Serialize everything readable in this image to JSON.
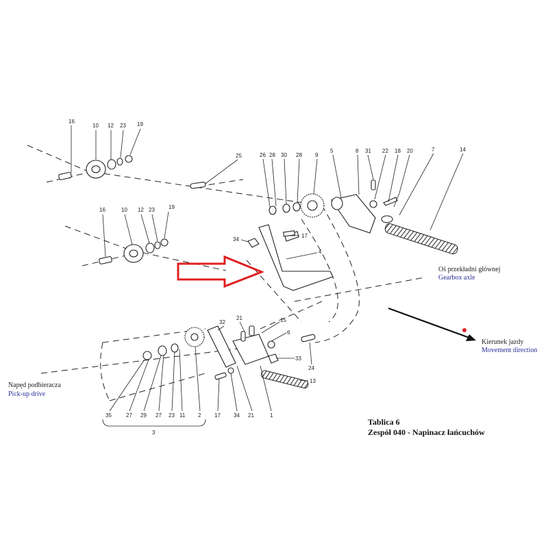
{
  "labels": {
    "gearbox_pl": "Oś przekładni głównej",
    "gearbox_en": "Gearbox axle",
    "movement_pl": "Kierunek jazdy",
    "movement_en": "Movement direction",
    "pickup_pl": "Napęd podbieracza",
    "pickup_en": "Pick-up drive",
    "table_no": "Tablica 6",
    "table_title": "Zespół 040 - Napinacz łańcuchów"
  },
  "callouts": {
    "top_left": [
      "16",
      "10",
      "12",
      "23",
      "19"
    ],
    "mid_left": [
      "16",
      "10",
      "12",
      "23",
      "19"
    ],
    "upper_middle": [
      "25",
      "26",
      "28",
      "30",
      "28",
      "9",
      "5",
      "8",
      "31",
      "22",
      "18",
      "20",
      "7",
      "14"
    ],
    "middle": [
      "34",
      "17",
      "4"
    ],
    "lower": [
      "32",
      "21",
      "15",
      "6",
      "33",
      "24",
      "13"
    ],
    "bottom_row": [
      "35",
      "27",
      "29",
      "27",
      "23",
      "11",
      "2",
      "17",
      "34",
      "21",
      "1"
    ],
    "group": "3"
  },
  "colors": {
    "arrow": "#e02020",
    "dot": "#e02020",
    "label_blue": "#2d2d9a"
  }
}
